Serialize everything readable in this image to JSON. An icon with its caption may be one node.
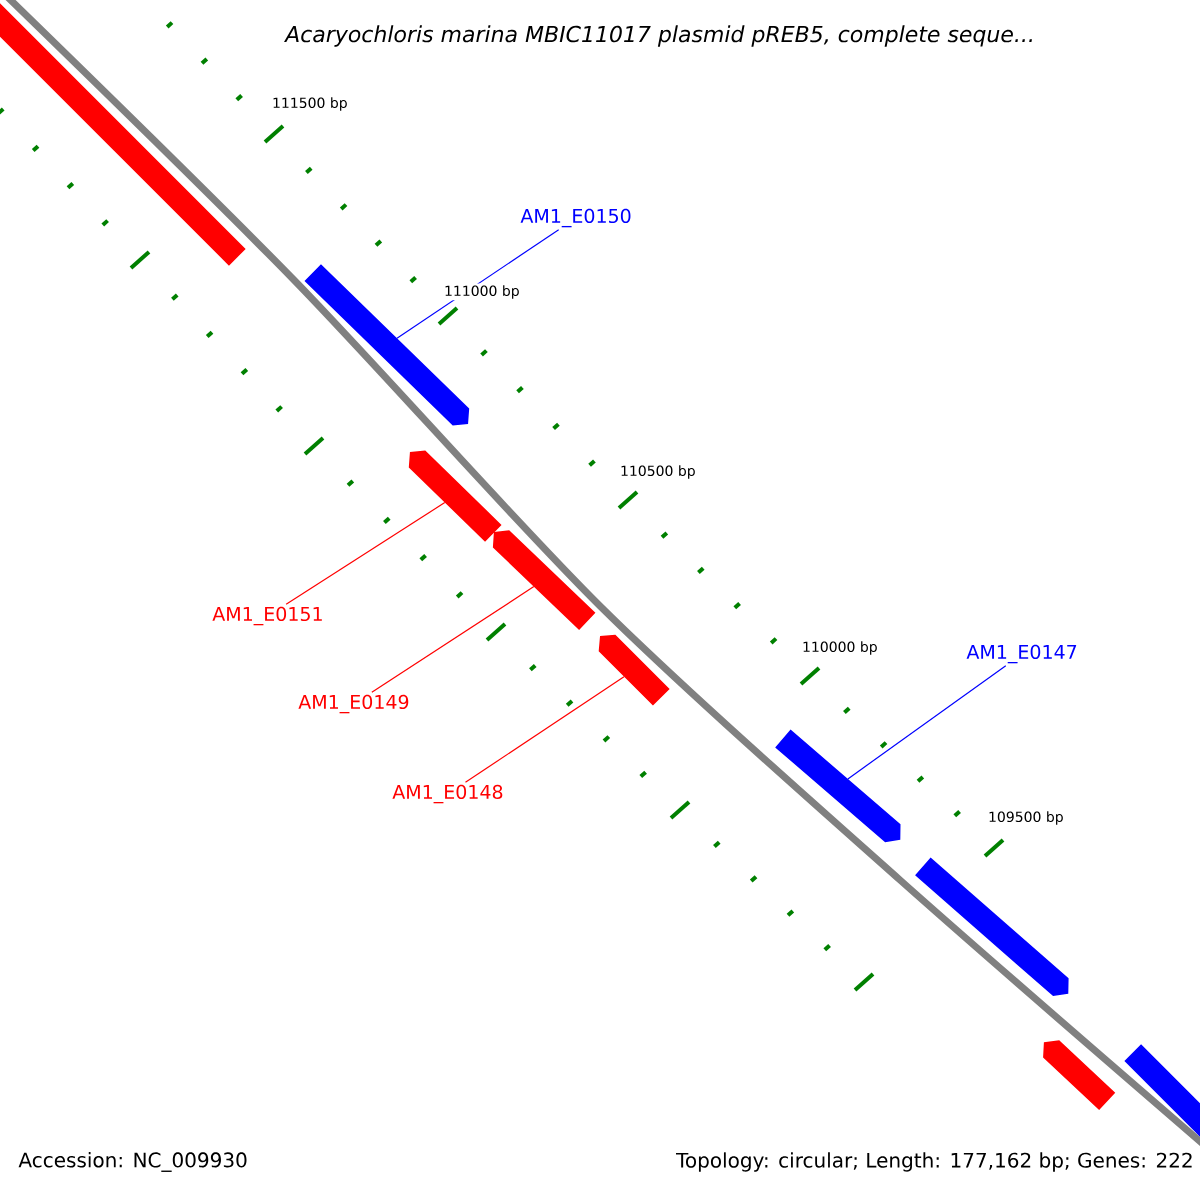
{
  "diagram": {
    "title": "Acaryochloris marina MBIC11017 plasmid pREB5, complete seque...",
    "nodes": [
      {
        "text": [
          "AM1_E0150"
        ]
      },
      {
        "text": [
          "AM1_E0151"
        ]
      },
      {
        "text": [
          "AM1_E0149"
        ]
      },
      {
        "text": [
          "AM1_E0148"
        ]
      },
      {
        "text": [
          "AM1_E0147"
        ]
      },
      {
        "text": [],
        "shape": "arrow"
      },
      {
        "text": [],
        "shape": "arrow"
      },
      {
        "text": [],
        "shape": "arrow"
      },
      {
        "text": [],
        "shape": "arrow"
      },
      {
        "text": [],
        "shape": "arrow"
      },
      {
        "text": [],
        "shape": "arrow"
      },
      {
        "text": [],
        "shape": "arrow"
      },
      {
        "text": [],
        "shape": "arrow"
      },
      {
        "text": [],
        "shape": "arrow"
      }
    ],
    "edges": [
      {
        "from": 0,
        "to": 6,
        "arrow": "none",
        "color": "#0000ff"
      },
      {
        "from": 1,
        "to": 7,
        "arrow": "none"
      },
      {
        "from": 2,
        "to": 8,
        "arrow": "none"
      },
      {
        "from": 3,
        "to": 9,
        "arrow": "none"
      },
      {
        "from": 4,
        "to": 10,
        "arrow": "none",
        "color": "#0000ff"
      }
    ],
    "labels": [
      "111500 bp",
      "111000 bp",
      "110500 bp",
      "110000 bp",
      "109500 bp",
      "Accession: NC_009930",
      "Topology: circular; Length: 177,162 bp; Genes: 222"
    ]
  }
}
